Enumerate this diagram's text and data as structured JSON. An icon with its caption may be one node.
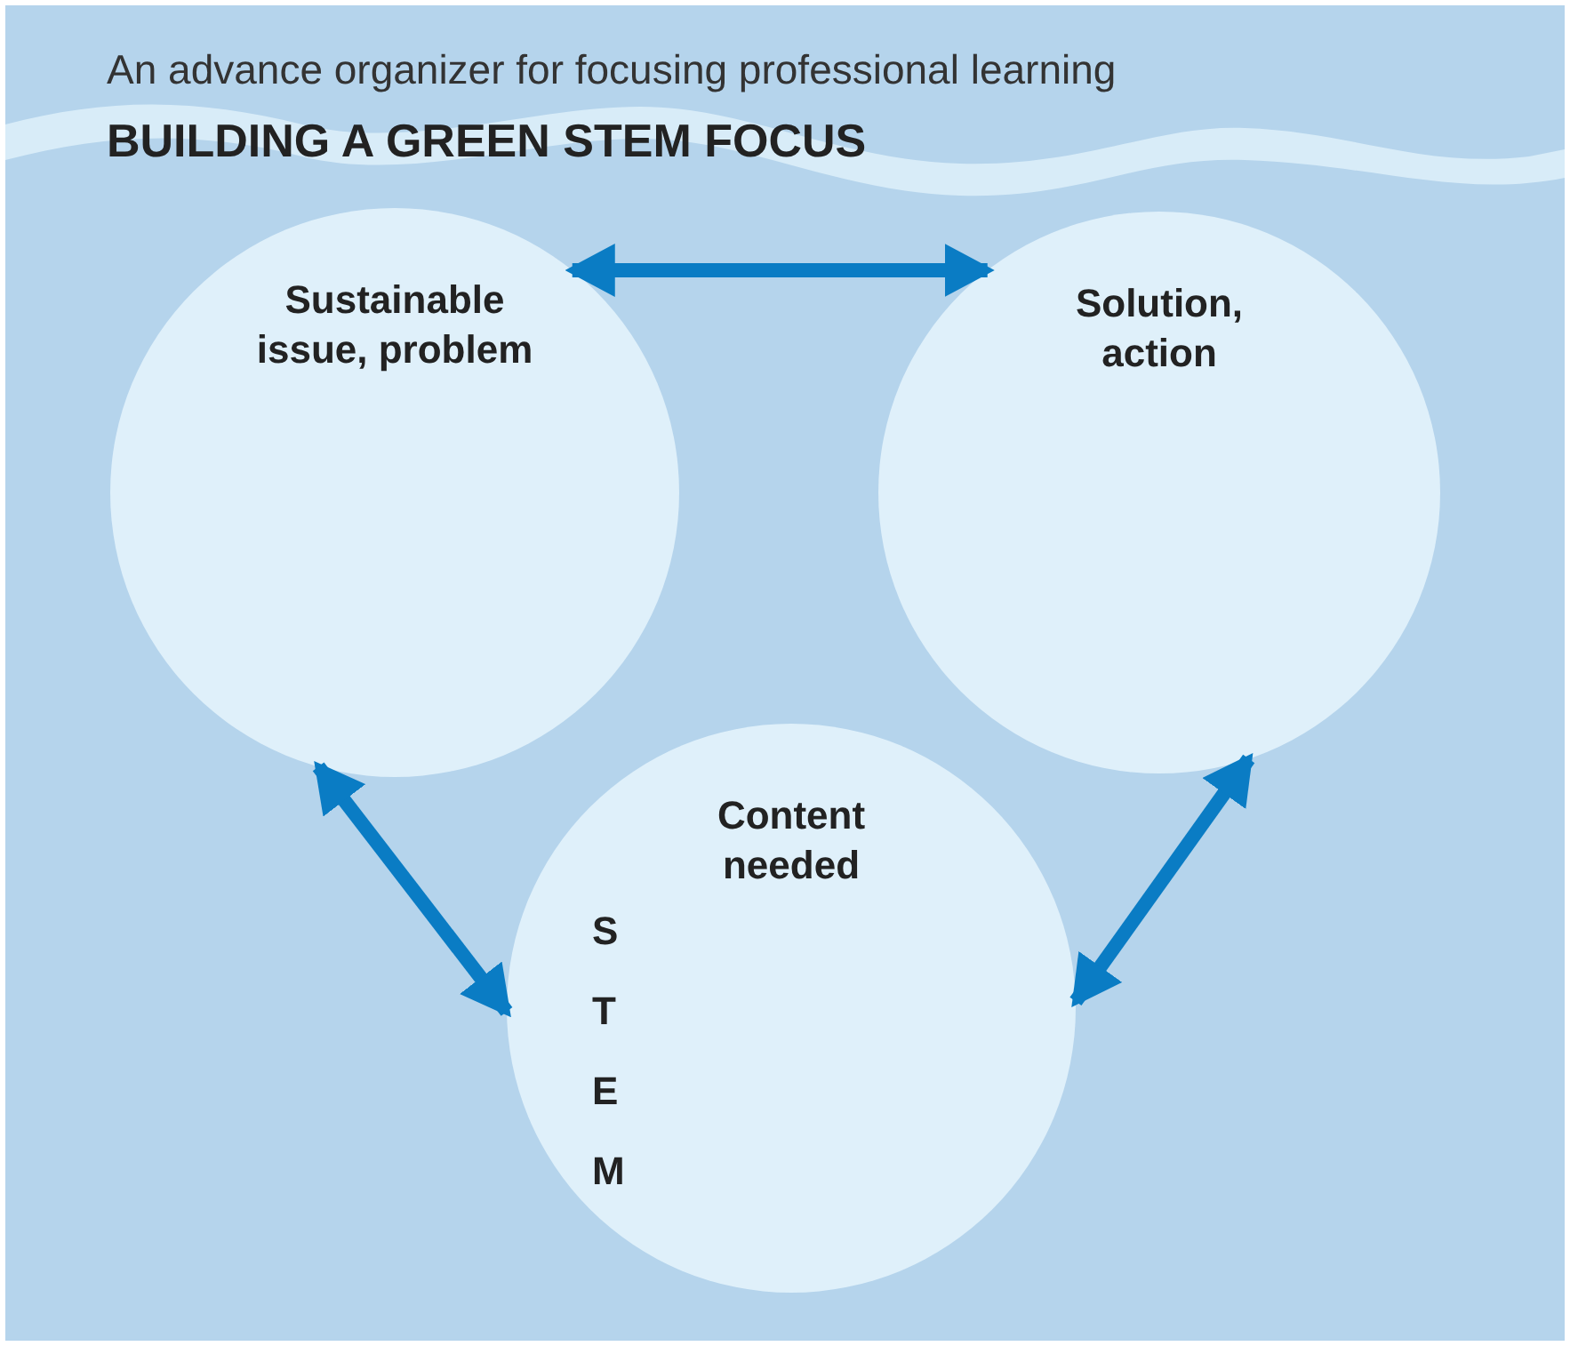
{
  "diagram": {
    "title": "BUILDING A GREEN STEM FOCUS",
    "nodes": [
      {
        "text": [
          "Sustainable issue, problem"
        ]
      },
      {
        "text": [
          "Solution, action"
        ]
      },
      {
        "text": [
          "Content needed",
          "S",
          "T",
          "E",
          "M"
        ]
      }
    ],
    "edges": [
      {
        "from": 0,
        "to": 1,
        "arrow": "both"
      },
      {
        "from": 0,
        "to": 2,
        "arrow": "both"
      },
      {
        "from": 1,
        "to": 2,
        "arrow": "both"
      }
    ],
    "labels": [
      "An advance organizer for focusing professional learning"
    ]
  }
}
